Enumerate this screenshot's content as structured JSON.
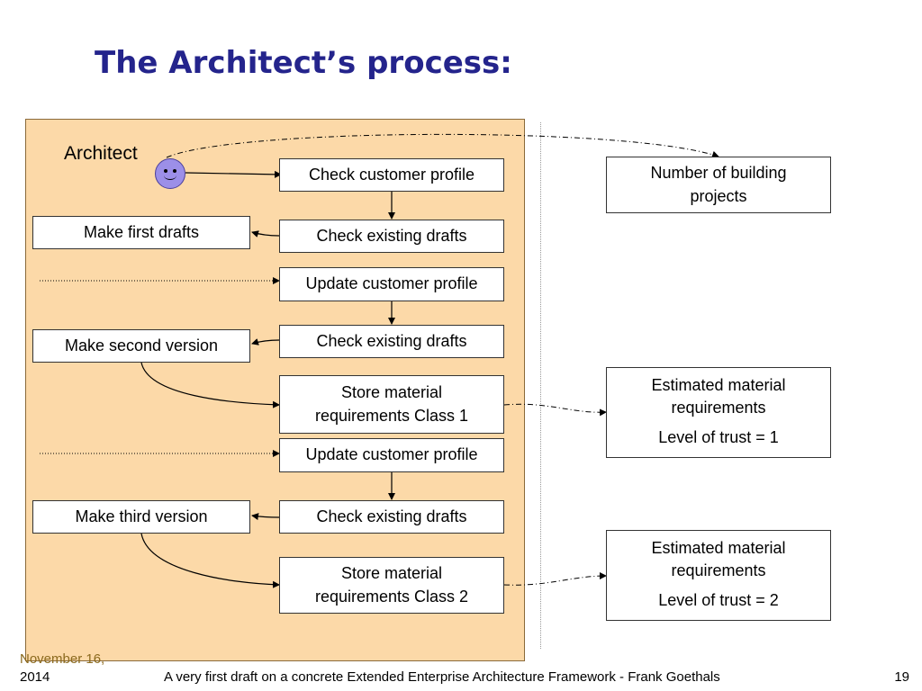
{
  "title": "The Architect’s process:",
  "lane_label": "Architect",
  "actor_icon": "smiley-face-icon",
  "steps": {
    "check_customer_profile": "Check customer profile",
    "check_existing_drafts_1": "Check existing drafts",
    "update_customer_profile_1": "Update customer profile",
    "check_existing_drafts_2": "Check existing drafts",
    "store_material_class1": "Store material requirements Class 1",
    "update_customer_profile_2": "Update customer profile",
    "check_existing_drafts_3": "Check existing drafts",
    "store_material_class2": "Store material requirements Class 2"
  },
  "side_tasks": {
    "make_first_drafts": "Make first drafts",
    "make_second_version": "Make second version",
    "make_third_version": "Make third version"
  },
  "results": {
    "number_of_building_projects": "Number of building projects",
    "estimate_1": {
      "line1": "Estimated material requirements",
      "line2": "Level of trust = 1"
    },
    "estimate_2": {
      "line1": "Estimated material requirements",
      "line2": "Level of trust = 2"
    }
  },
  "footer": {
    "date_line1": "November 16,",
    "date_line2": "2014",
    "center": "A very first draft on a concrete Extended Enterprise Architecture Framework - Frank Goethals",
    "page": "19"
  },
  "colors": {
    "title": "#24248c",
    "lane_fill": "#fcd9a8",
    "avatar": "#9c8fe8"
  }
}
